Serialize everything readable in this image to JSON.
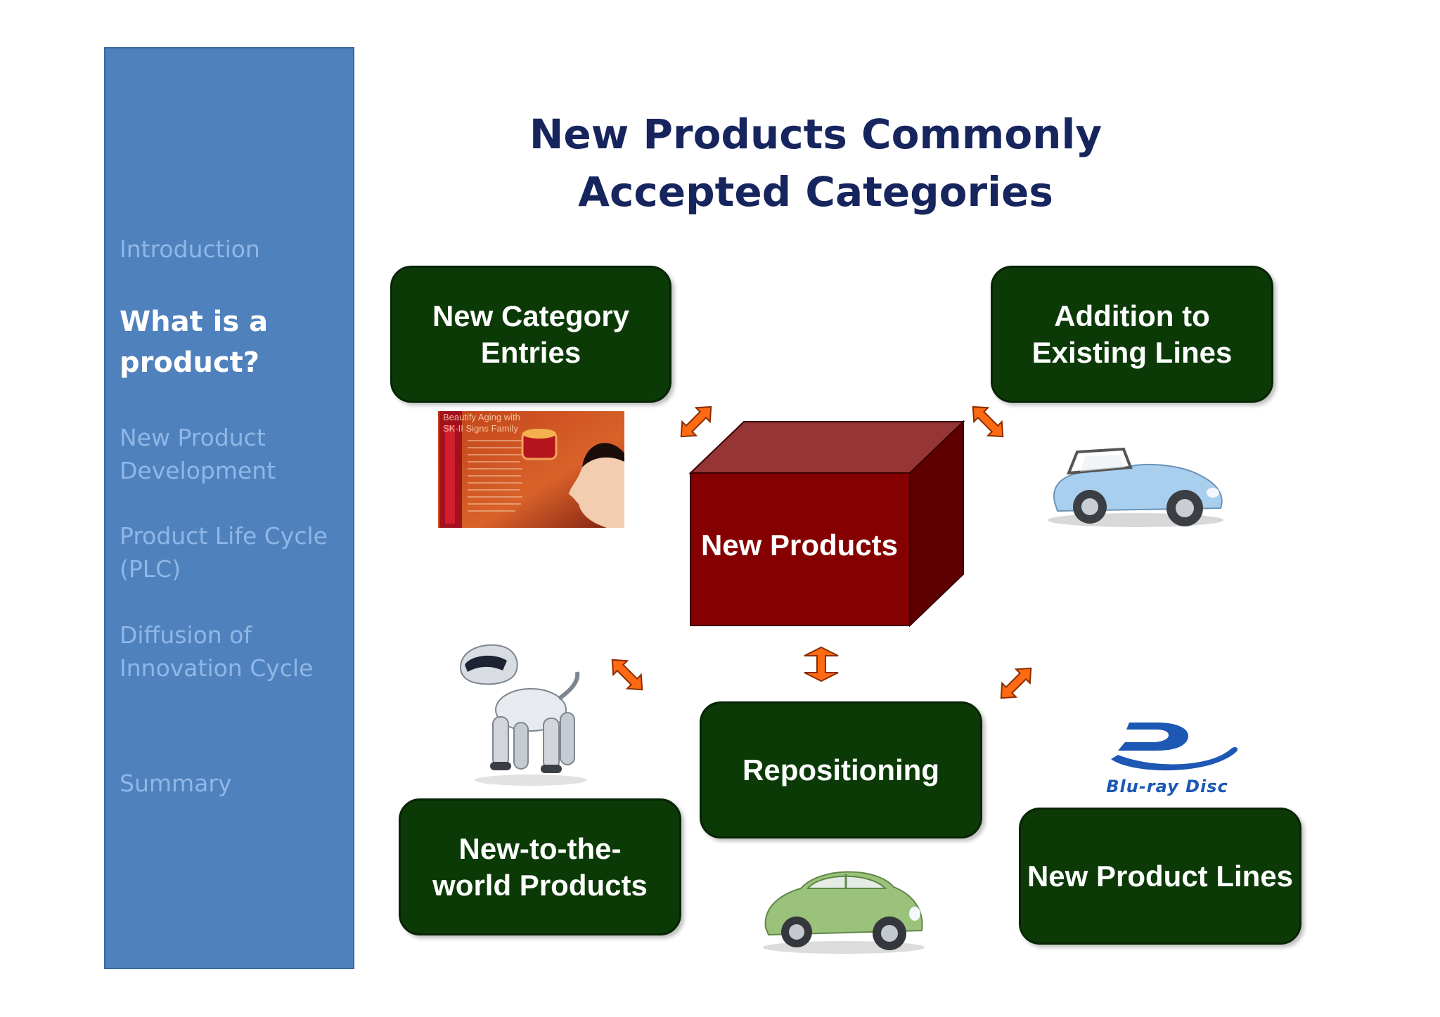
{
  "sidebar": {
    "items": [
      {
        "label": "Introduction",
        "active": false
      },
      {
        "label": "What is a\nproduct?",
        "active": true
      },
      {
        "label": "New Product\nDevelopment",
        "active": false
      },
      {
        "label": "Product Life Cycle\n(PLC)",
        "active": false
      },
      {
        "label": "Diffusion of\nInnovation Cycle",
        "active": false
      },
      {
        "label": "Summary",
        "active": false
      }
    ]
  },
  "title": "New Products Commonly\nAccepted Categories",
  "center": {
    "label": "New Products"
  },
  "categories": {
    "new_category_entries": "New Category\nEntries",
    "addition_to_existing_lines": "Addition to\nExisting Lines",
    "repositioning": "Repositioning",
    "new_to_the_world": "New-to-the-\nworld Products",
    "new_product_lines": "New Product Lines"
  },
  "images": {
    "skii_ad_caption": "Beautify Aging with\nSK-II Signs Family",
    "bluray_logo_text": "Blu-ray Disc"
  },
  "colors": {
    "sidebar": "#4f81bd",
    "title": "#17255e",
    "box": "#0b3a06",
    "cube": "#8b0000",
    "arrow": "#ff6a13"
  }
}
